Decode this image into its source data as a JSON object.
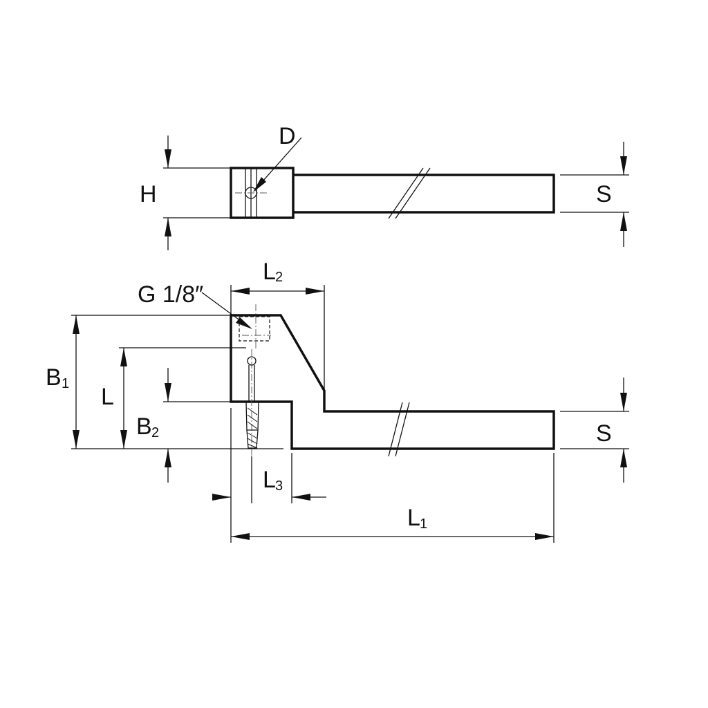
{
  "labels": {
    "d": "D",
    "h": "H",
    "s_top": "S",
    "l2_main": "L",
    "l2_sub": "2",
    "g": "G 1/8″",
    "b1_main": "B",
    "b1_sub": "1",
    "l": "L",
    "b2_main": "B",
    "b2_sub": "2",
    "s_bottom": "S",
    "l3_main": "L",
    "l3_sub": "3",
    "l1_main": "L",
    "l1_sub": "1"
  }
}
